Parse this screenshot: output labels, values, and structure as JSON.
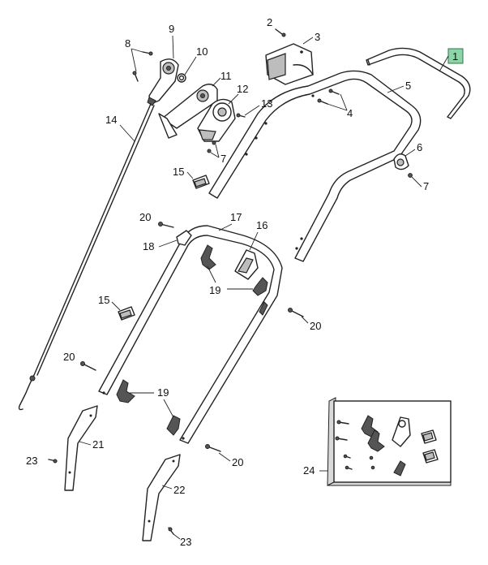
{
  "callouts": {
    "c1": "1",
    "c2": "2",
    "c3": "3",
    "c4": "4",
    "c5": "5",
    "c6": "6",
    "c7a": "7",
    "c7b": "7",
    "c8": "8",
    "c9": "9",
    "c10": "10",
    "c11": "11",
    "c12": "12",
    "c13": "13",
    "c14": "14",
    "c15a": "15",
    "c15b": "15",
    "c16": "16",
    "c17": "17",
    "c18": "18",
    "c19a": "19",
    "c19b": "19",
    "c20a": "20",
    "c20b": "20",
    "c20c": "20",
    "c20d": "20",
    "c21": "21",
    "c22": "22",
    "c23a": "23",
    "c23b": "23",
    "c24": "24"
  },
  "colors": {
    "highlight_box": "#8fd3a8",
    "line": "#222222",
    "shade": "#bdbdbd"
  }
}
